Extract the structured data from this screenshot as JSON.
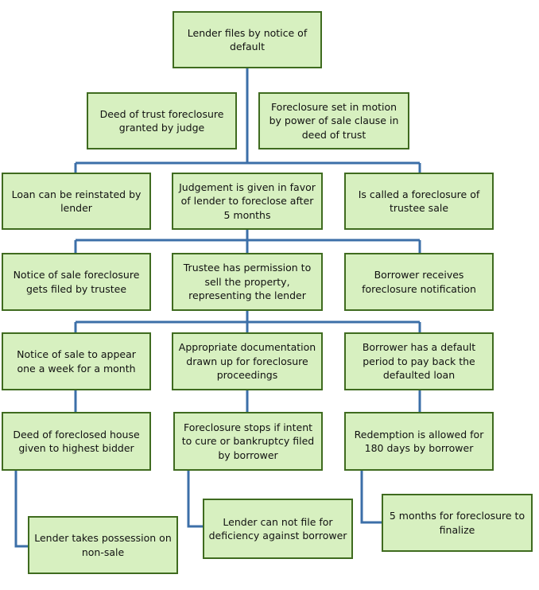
{
  "colors": {
    "box_fill": "#d7f0c0",
    "box_border": "#3f6b1f",
    "connector": "#3c6fa8"
  },
  "nodes": {
    "lender_files": "Lender files by notice of default",
    "deed_of_trust_foreclosure": "Deed of trust foreclosure granted by judge",
    "foreclosure_set_in_motion": "Foreclosure set in motion by power of sale clause in deed of trust",
    "loan_reinstated": "Loan can be reinstated by lender",
    "judgement_given": "Judgement is given in favor of lender to foreclose after 5 months",
    "called_foreclosure": "Is called a foreclosure of trustee sale",
    "notice_of_sale_filed": "Notice of sale foreclosure gets filed by trustee",
    "trustee_permission": "Trustee has permission to sell the property, representing the lender",
    "borrower_receives_notification": "Borrower receives foreclosure notification",
    "notice_appear_weekly": "Notice of sale to appear one a week for a month",
    "appropriate_documentation": "Appropriate documentation drawn up for foreclosure proceedings",
    "borrower_default_period": "Borrower has a default period to pay back the defaulted loan",
    "deed_to_highest_bidder": "Deed of foreclosed house given to highest bidder",
    "foreclosure_stops": "Foreclosure stops if intent to cure or bankruptcy filed by borrower",
    "redemption_allowed": "Redemption  is allowed  for 180 days by borrower",
    "lender_takes_possession": "Lender takes possession  on non-sale",
    "lender_cannot_file": "Lender can not file for deficiency against borrower",
    "five_months_finalize": "5 months for foreclosure to finalize"
  }
}
